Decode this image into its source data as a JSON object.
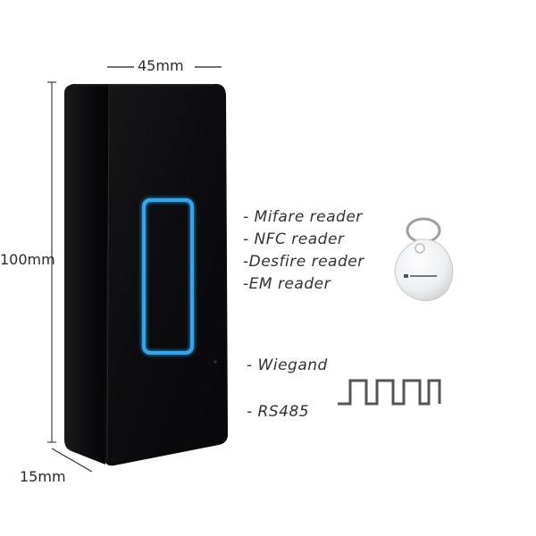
{
  "dimensions": {
    "width_label": "45mm",
    "height_label": "100mm",
    "depth_label": "15mm"
  },
  "features": {
    "readers": [
      "- Mifare reader",
      "- NFC reader",
      "-Desfire reader",
      "-EM reader"
    ],
    "interfaces": [
      "- Wiegand",
      "- RS485"
    ]
  },
  "colors": {
    "device_body": "#0d0d0f",
    "led_ring": "#2aa8f0",
    "text": "#333333",
    "background": "#ffffff"
  },
  "icons": {
    "fob": "key-fob-icon",
    "signal": "wiegand-pulse-icon"
  }
}
